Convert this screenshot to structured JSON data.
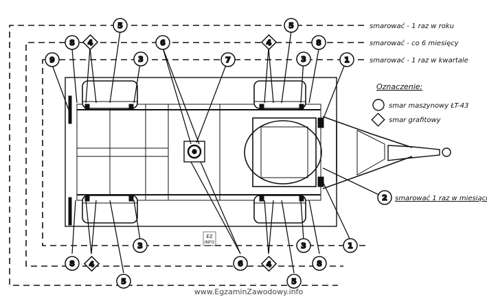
{
  "lubrication": {
    "yearly": "smarować - 1 raz w roku",
    "half_year": "smarować - co 6 miesięcy",
    "quarterly": "smarować - 1 raz w kwartale",
    "monthly": "smarować 1 raz w miesiącu"
  },
  "legend": {
    "title": "Oznaczenie:",
    "machine_grease": "smar maszynowy ŁT-43",
    "graphite_grease": "smar grafitowy"
  },
  "markers": {
    "n1": "1",
    "n2": "2",
    "n3": "3",
    "n4": "4",
    "n5": "5",
    "n6": "6",
    "n7": "7",
    "n8": "8",
    "n9": "9"
  },
  "stamp": {
    "line1": "EZ",
    "line2": "INFO"
  },
  "footer": "www.EgzaminZawodowy.info",
  "colors": {
    "ink": "#111111",
    "paper": "#ffffff"
  }
}
